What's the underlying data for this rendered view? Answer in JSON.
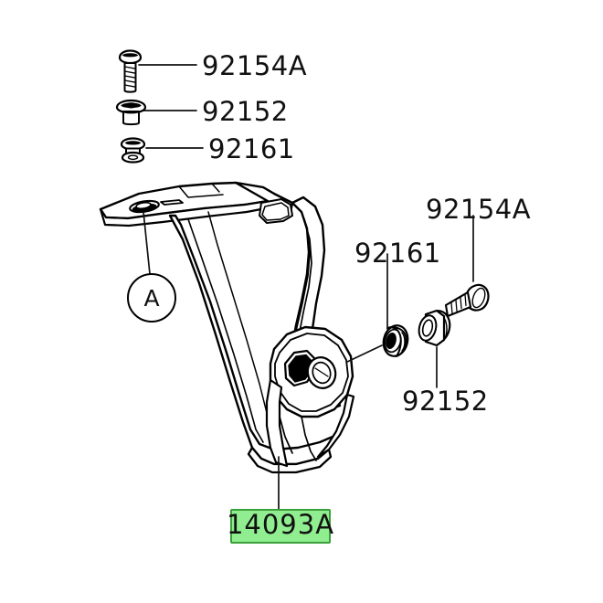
{
  "diagram": {
    "type": "exploded-parts-diagram",
    "background_color": "#ffffff",
    "line_color": "#111111",
    "highlight": {
      "fill_color": "#90ee90",
      "border_color": "#3aa03a",
      "text_color": "#111111"
    }
  },
  "labels": {
    "top_bolt": "92154A",
    "top_nut": "92152",
    "top_grommet": "92161",
    "right_bolt": "92154A",
    "right_grommet": "92161",
    "right_nut": "92152",
    "callout_a": "A",
    "main_part": "14093A"
  },
  "parts": [
    {
      "number": "92154A",
      "name": "bolt-top",
      "position": "top-left"
    },
    {
      "number": "92152",
      "name": "flange-nut-top",
      "position": "top-left"
    },
    {
      "number": "92161",
      "name": "grommet-top",
      "position": "top-left"
    },
    {
      "number": "92161",
      "name": "grommet-right",
      "position": "middle-right"
    },
    {
      "number": "92152",
      "name": "flange-nut-right",
      "position": "middle-right"
    },
    {
      "number": "92154A",
      "name": "bolt-right",
      "position": "upper-right"
    },
    {
      "number": "14093A",
      "name": "cover-bracket",
      "position": "center",
      "highlighted": true
    }
  ]
}
